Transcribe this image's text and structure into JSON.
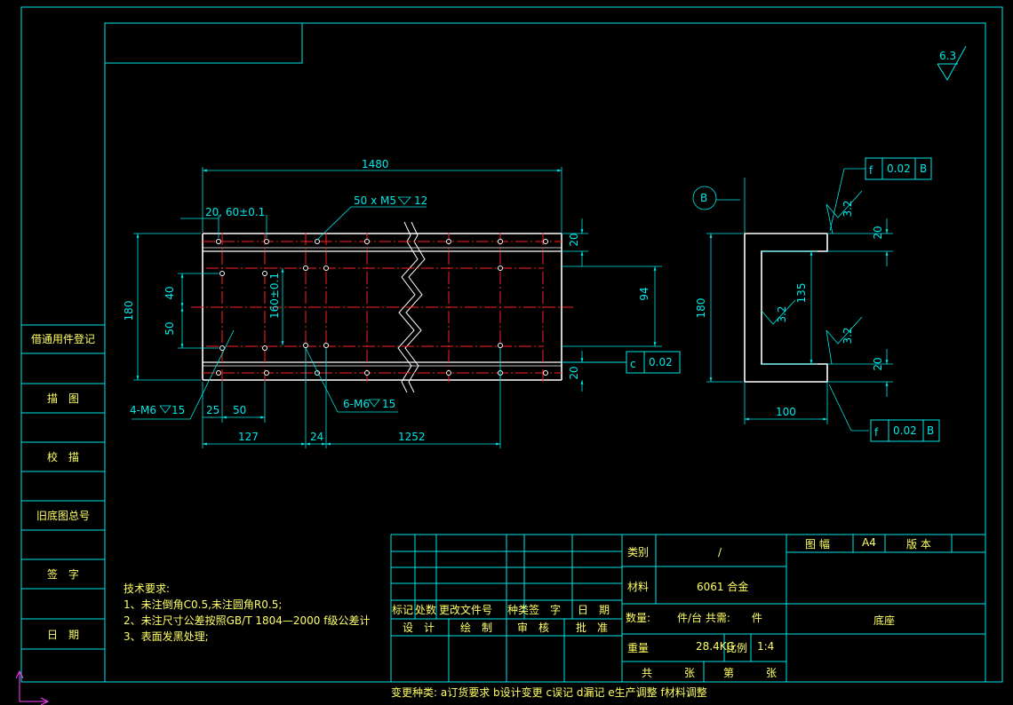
{
  "colors": {
    "frame": "#00e8e8",
    "part": "#ffffff",
    "centerline": "#ff2020",
    "dimension": "#00e8e8",
    "text_yellow": "#ffff66",
    "text_green": "#66ff66",
    "ucs": "#ff44ff"
  },
  "side_panel": {
    "labels": [
      "借通用件登记",
      "描　图",
      "校　描",
      "旧底图总号",
      "签　字",
      "日　期"
    ]
  },
  "surface_symbol": "6.3",
  "front_view": {
    "dims": {
      "overall_length": "1480",
      "first_hole": "20, 60±0.1",
      "tapped_top": "50 x  M5",
      "tapped_top_depth": "12",
      "height": "180",
      "left_40": "40",
      "left_50": "50",
      "inner_160": "160±0.1",
      "edge_20_top": "20",
      "edge_20_bottom": "20",
      "right_94": "94",
      "callout_left": "4-M6",
      "callout_left_depth": "15",
      "dim_25": "25",
      "dim_50b": "50",
      "callout_mid": "6-M6",
      "callout_mid_depth": "15",
      "dim_127": "127",
      "dim_24": "24",
      "dim_1252": "1252"
    },
    "flatness": {
      "symbol": "c",
      "value": "0.02"
    }
  },
  "side_view": {
    "datum": "B",
    "dims": {
      "height": "180",
      "inner": "135",
      "width": "100",
      "wall_top": "20",
      "wall_bottom": "20"
    },
    "roughness": [
      "3.2",
      "3.2",
      "3.2"
    ],
    "tol_top": {
      "symbol": "f",
      "value": "0.02",
      "datum": "B"
    },
    "tol_bottom": {
      "symbol": "f",
      "value": "0.02",
      "datum": "B"
    }
  },
  "tech_notes": {
    "title": "技术要求:",
    "lines": [
      "1、未注倒角C0.5,未注圆角R0.5;",
      "2、未注尺寸公差按照GB/T 1804—2000 f级公差计",
      "3、表面发黑处理;"
    ]
  },
  "title_block": {
    "rev_headers": [
      "标记",
      "处数",
      "更改文件号",
      "种类",
      "签　字",
      "日　期"
    ],
    "sign_headers": [
      "设　计",
      "绘　制",
      "审　核",
      "批　准"
    ],
    "category_label": "类别",
    "category_value": "/",
    "material_label": "材料",
    "material_value": "6061 合金",
    "quantity_label": "数量:",
    "quantity_value": "件/台 共需:　　件",
    "weight_label": "重量",
    "weight_value": "28.4KG",
    "scale_label": "比例",
    "scale_value": "1:4",
    "total_label": "共　　　张",
    "sheet_label": "第　　　张",
    "format_label": "图 幅",
    "format_value": "A4",
    "version_label": "版 本",
    "part_name": "底座",
    "change_types": "变更种类: a订货要求 b设计变更 c误记 d漏记 e生产调整 f材料调整"
  }
}
